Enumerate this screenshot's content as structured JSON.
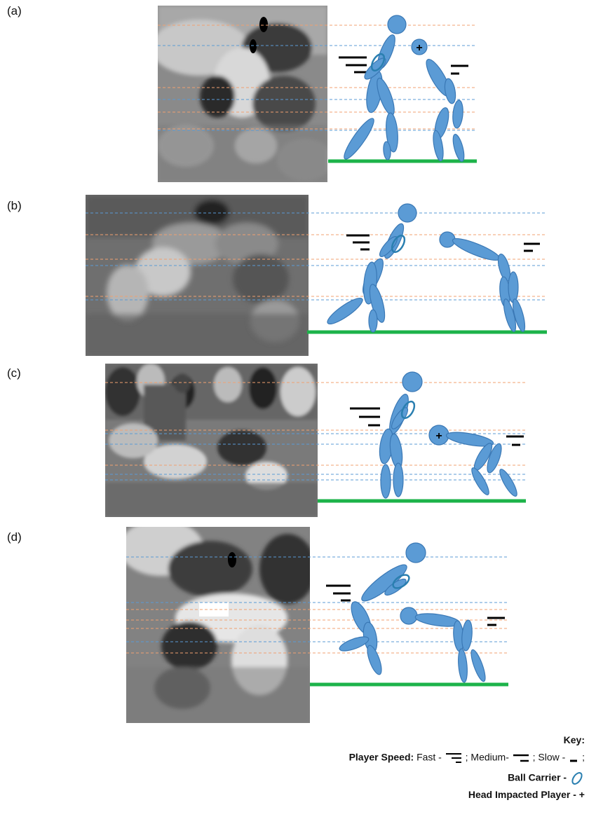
{
  "panels": [
    {
      "label": "(a)"
    },
    {
      "label": "(b)"
    },
    {
      "label": "(c)"
    },
    {
      "label": "(d)"
    }
  ],
  "key": {
    "title": "Key:",
    "player_speed_label": "Player Speed:",
    "fast_label": "Fast -",
    "medium_label": "; Medium-",
    "slow_label": "; Slow -",
    "end_sep": ";",
    "ball_carrier_label": "Ball Carrier -",
    "head_impacted_label": "Head Impacted Player - +"
  },
  "colors": {
    "figure_fill": "#5b9bd5",
    "figure_stroke": "#3a78b5",
    "ground": "#1db34a",
    "orange_line": "#f0a070",
    "blue_line": "#5b9bd5"
  },
  "glyphs": {
    "plus": "+"
  }
}
